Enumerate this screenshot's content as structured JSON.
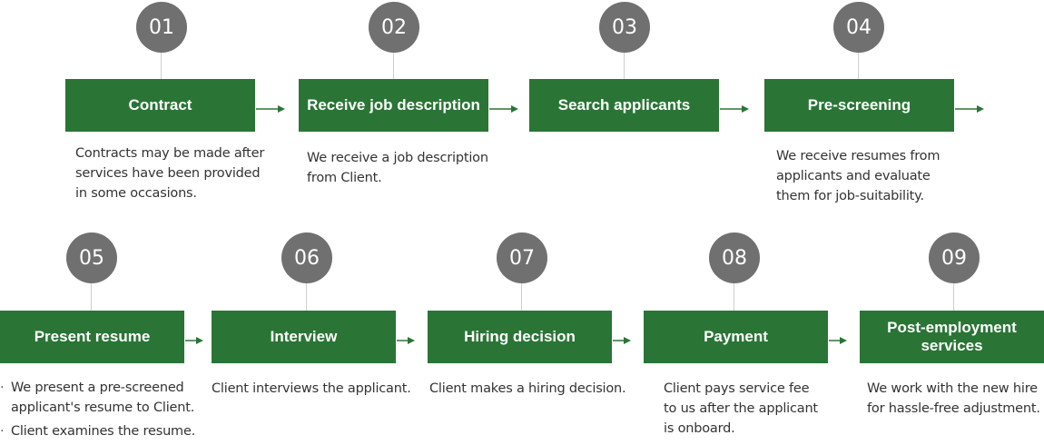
{
  "steps": [
    {
      "number": "01",
      "title": "Contract",
      "desc": "Contracts may be made after services have been provided in some occasions."
    },
    {
      "number": "02",
      "title": "Receive job description",
      "desc": "We receive a job description from Client."
    },
    {
      "number": "03",
      "title": "Search applicants",
      "desc": ""
    },
    {
      "number": "04",
      "title": "Pre-screening",
      "desc": "We receive resumes from applicants and evaluate them for job-suitability."
    },
    {
      "number": "05",
      "title": "Present resume",
      "bullets": [
        "We present a pre-screened applicant's resume to Client.",
        "Client examines the resume."
      ]
    },
    {
      "number": "06",
      "title": "Interview",
      "desc": "Client interviews the applicant."
    },
    {
      "number": "07",
      "title": "Hiring decision",
      "desc": "Client makes a hiring decision."
    },
    {
      "number": "08",
      "title": "Payment",
      "desc": "Client pays service fee to us after the applicant is onboard."
    },
    {
      "number": "09",
      "title": "Post-employment services",
      "desc": "We work with the new hire for hassle-free adjustment."
    }
  ],
  "colors": {
    "box": "#2a7536",
    "circle": "#707070",
    "arrow": "#2a7536"
  }
}
